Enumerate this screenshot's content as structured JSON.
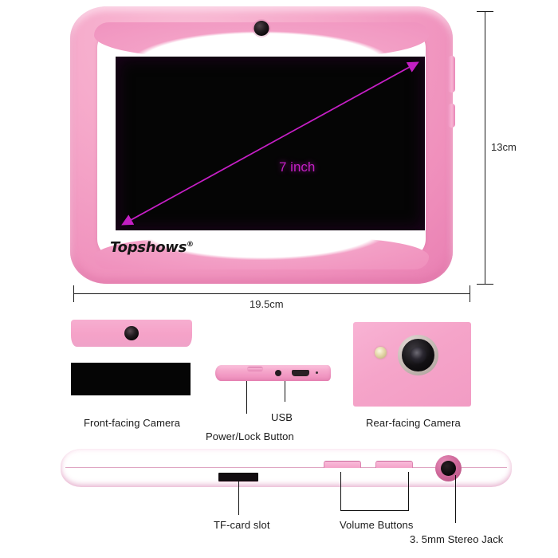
{
  "product": {
    "brand": "Topshows",
    "brand_mark": "®",
    "screen_size_label": "7 inch"
  },
  "dimensions": {
    "height_label": "13cm",
    "width_label": "19.5cm"
  },
  "callouts": {
    "front_camera": "Front-facing Camera",
    "power_lock_button": "Power/Lock Button",
    "usb": "USB",
    "rear_camera": "Rear-facing Camera",
    "tf_card_slot": "TF-card slot",
    "volume_buttons": "Volume Buttons",
    "stereo_jack": "3. 5mm Stereo Jack"
  },
  "colors": {
    "case_pink": "#f5a2c8",
    "case_pink_dark": "#ec87b8",
    "screen_black": "#050505",
    "arrow_magenta": "#c41fc4",
    "rule_black": "#1a1a1a",
    "text_black": "#1b1b1b"
  },
  "icons": {
    "front_camera": "camera-lens-icon",
    "rear_camera": "camera-lens-icon",
    "flash": "led-flash-icon",
    "usb_port": "usb-port-icon",
    "headphone_jack": "headphone-jack-icon",
    "memory_card": "tf-card-slot-icon",
    "diagonal_measure": "diagonal-arrow-icon"
  }
}
